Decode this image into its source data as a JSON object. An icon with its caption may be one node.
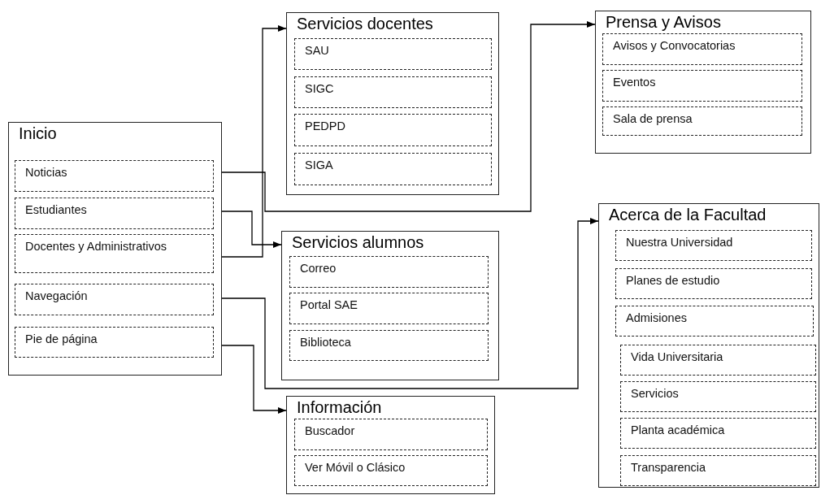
{
  "diagram": {
    "nodes": [
      {
        "text": [
          "Inicio"
        ]
      },
      {
        "text": [
          "Noticias"
        ],
        "in": 0
      },
      {
        "text": [
          "Estudiantes"
        ],
        "in": 0
      },
      {
        "text": [
          "Docentes y Administrativos"
        ],
        "in": 0
      },
      {
        "text": [
          "Navegación"
        ],
        "in": 0
      },
      {
        "text": [
          "Pie de página"
        ],
        "in": 0
      },
      {
        "text": [
          "Servicios docentes"
        ]
      },
      {
        "text": [
          "SAU"
        ],
        "in": 6
      },
      {
        "text": [
          "SIGC"
        ],
        "in": 6
      },
      {
        "text": [
          "PEDPD"
        ],
        "in": 6
      },
      {
        "text": [
          "SIGA"
        ],
        "in": 6
      },
      {
        "text": [
          "Prensa y Avisos"
        ]
      },
      {
        "text": [
          "Avisos y Convocatorias"
        ],
        "in": 11
      },
      {
        "text": [
          "Eventos"
        ],
        "in": 11
      },
      {
        "text": [
          "Sala de prensa"
        ],
        "in": 11
      },
      {
        "text": [
          "Servicios alumnos"
        ]
      },
      {
        "text": [
          "Correo"
        ],
        "in": 15
      },
      {
        "text": [
          "Portal SAE"
        ],
        "in": 15
      },
      {
        "text": [
          "Biblioteca"
        ],
        "in": 15
      },
      {
        "text": [
          "Acerca de la Facultad"
        ]
      },
      {
        "text": [
          "Nuestra Universidad"
        ],
        "in": 19
      },
      {
        "text": [
          "Planes de estudio"
        ],
        "in": 19
      },
      {
        "text": [
          "Admisiones"
        ],
        "in": 19
      },
      {
        "text": [
          "Vida Universitaria"
        ],
        "in": 19
      },
      {
        "text": [
          "Servicios"
        ],
        "in": 19
      },
      {
        "text": [
          "Planta académica"
        ],
        "in": 19
      },
      {
        "text": [
          "Transparencia"
        ],
        "in": 19
      },
      {
        "text": [
          "Información"
        ]
      },
      {
        "text": [
          "Buscador"
        ],
        "in": 27
      },
      {
        "text": [
          "Ver Móvil o Clásico"
        ],
        "in": 27
      }
    ],
    "edges": [
      {
        "from": 1,
        "to": 11,
        "arrow": "to"
      },
      {
        "from": 2,
        "to": 15,
        "arrow": "to"
      },
      {
        "from": 3,
        "to": 6,
        "arrow": "to"
      },
      {
        "from": 4,
        "to": 19,
        "arrow": "to"
      },
      {
        "from": 5,
        "to": 27,
        "arrow": "to"
      }
    ]
  }
}
